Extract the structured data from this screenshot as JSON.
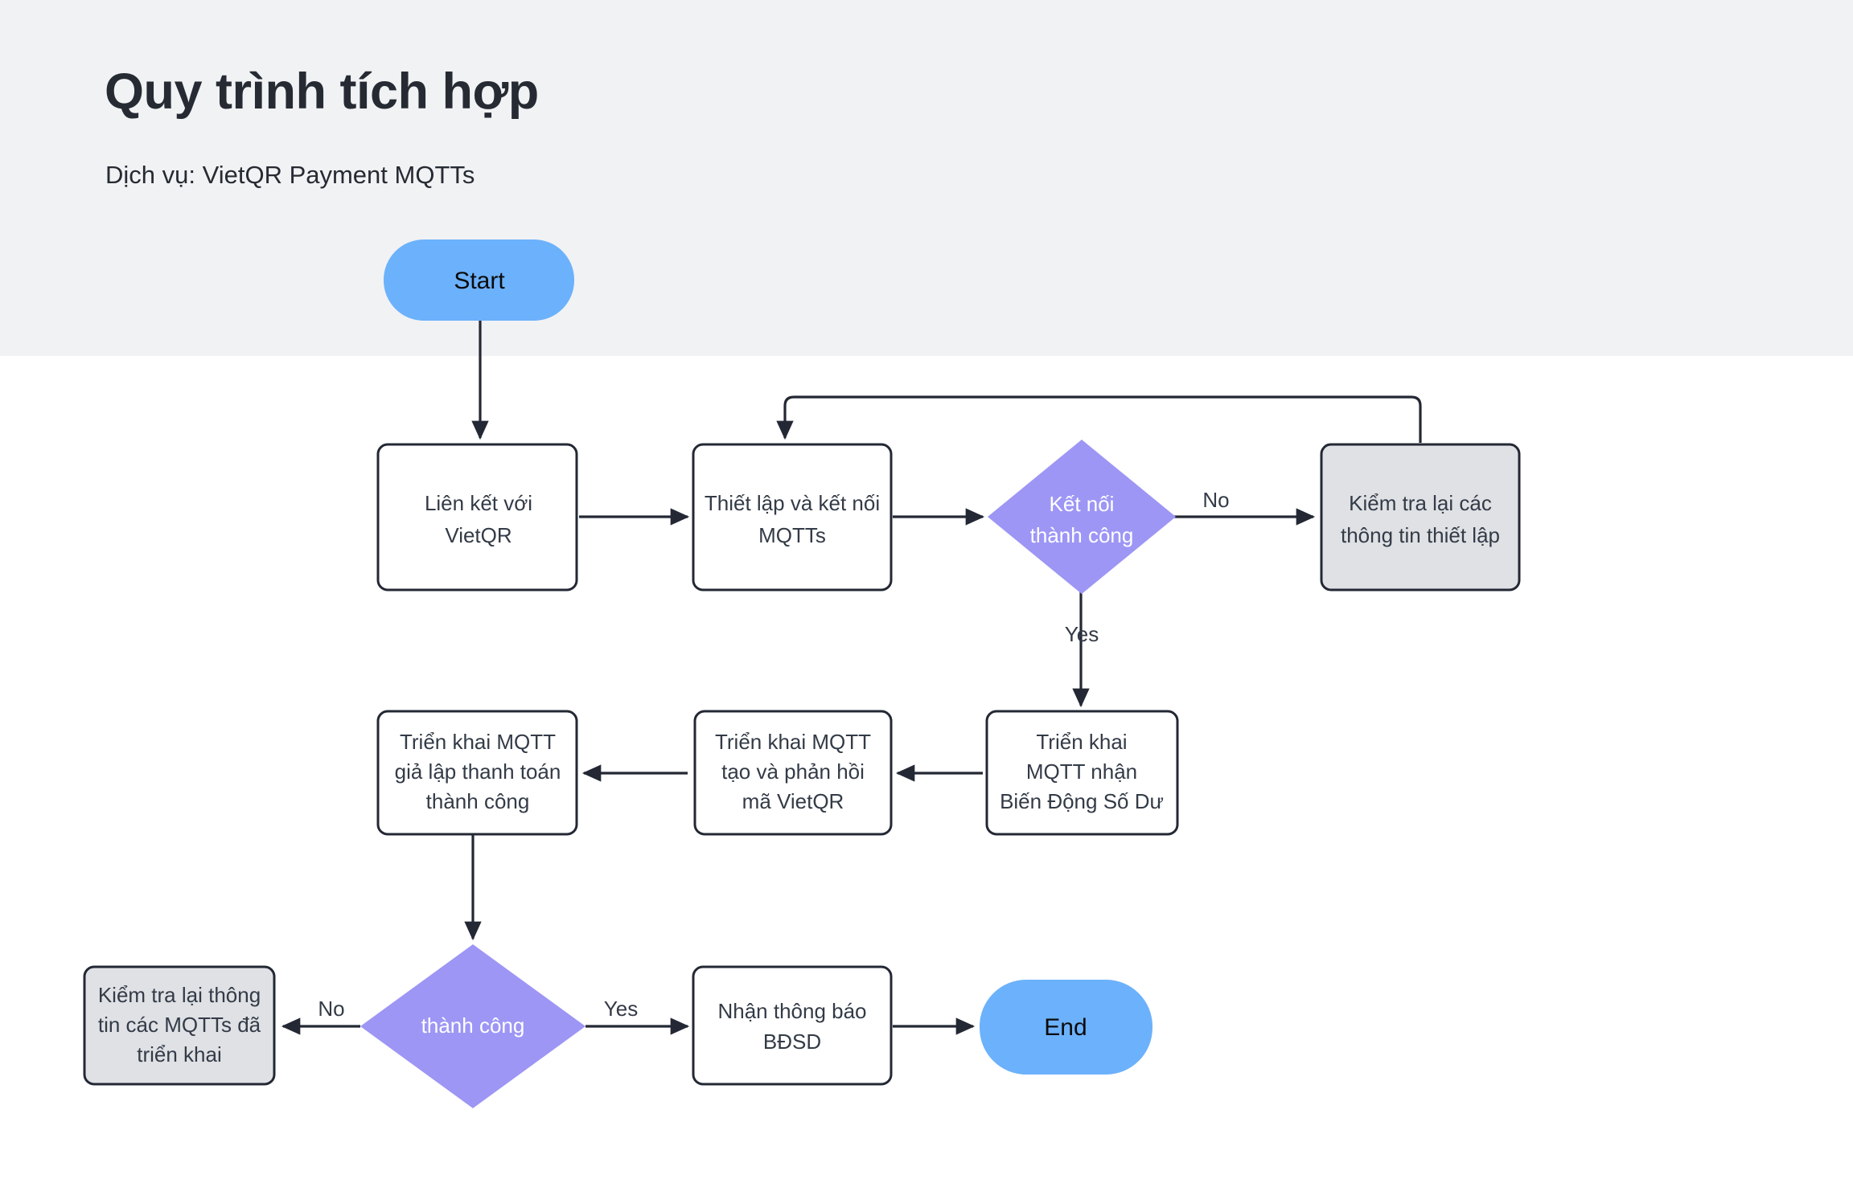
{
  "header": {
    "title": "Quy trình tích hợp",
    "subtitle": "Dịch vụ: VietQR Payment MQTTs",
    "band_color": "#f1f2f4",
    "title_color": "#262b33"
  },
  "palette": {
    "terminal_fill": "#6cb1fb",
    "decision_fill": "#9d96f5",
    "process_fill": "#ffffff",
    "alt_fill": "#dfe1e5",
    "stroke": "#232834",
    "text": "#333b47",
    "text_on_decision": "#ffffff"
  },
  "chart_data": {
    "type": "diagram",
    "title": "Quy trình tích hợp",
    "subtitle": "Dịch vụ: VietQR Payment MQTTs",
    "nodes": [
      {
        "id": "start",
        "shape": "terminal",
        "label": "Start",
        "lines": [
          "Start"
        ]
      },
      {
        "id": "link",
        "shape": "process",
        "label": "Liên kết với VietQR",
        "lines": [
          "Liên kết với",
          "VietQR"
        ]
      },
      {
        "id": "setup",
        "shape": "process",
        "label": "Thiết lập và kết nối MQTTs",
        "lines": [
          "Thiết lập và kết nối",
          "MQTTs"
        ]
      },
      {
        "id": "conn_ok",
        "shape": "decision",
        "label": "Kết nối thành công",
        "lines": [
          "Kết nối",
          "thành công"
        ]
      },
      {
        "id": "recheck1",
        "shape": "alt",
        "label": "Kiểm tra lại các thông tin thiết lập",
        "lines": [
          "Kiểm tra lại các",
          "thông tin thiết lập"
        ]
      },
      {
        "id": "mqtt_bdsd",
        "shape": "process",
        "label": "Triển khai MQTT nhận Biến Động Số Dư",
        "lines": [
          "Triển khai",
          "MQTT nhận",
          "Biến Động Số Dư"
        ]
      },
      {
        "id": "mqtt_qr",
        "shape": "process",
        "label": "Triển khai MQTT tạo và phản hồi mã VietQR",
        "lines": [
          "Triển khai MQTT",
          "tạo và phản hồi",
          "mã VietQR"
        ]
      },
      {
        "id": "mqtt_pay",
        "shape": "process",
        "label": "Triển khai MQTT giả lập thanh toán thành công",
        "lines": [
          "Triển khai MQTT",
          "giả lập thanh toán",
          "thành công"
        ]
      },
      {
        "id": "success",
        "shape": "decision",
        "label": "thành công",
        "lines": [
          "thành công"
        ]
      },
      {
        "id": "recheck2",
        "shape": "alt",
        "label": "Kiểm tra lại thông tin các MQTTs đã triển khai",
        "lines": [
          "Kiểm tra lại thông",
          "tin các MQTTs đã",
          "triển khai"
        ]
      },
      {
        "id": "notify",
        "shape": "process",
        "label": "Nhận thông báo BĐSD",
        "lines": [
          "Nhận thông báo",
          "BĐSD"
        ]
      },
      {
        "id": "end",
        "shape": "terminal",
        "label": "End",
        "lines": [
          "End"
        ]
      }
    ],
    "edges": [
      {
        "from": "start",
        "to": "link",
        "label": ""
      },
      {
        "from": "link",
        "to": "setup",
        "label": ""
      },
      {
        "from": "setup",
        "to": "conn_ok",
        "label": ""
      },
      {
        "from": "conn_ok",
        "to": "recheck1",
        "label": "No"
      },
      {
        "from": "recheck1",
        "to": "setup",
        "label": ""
      },
      {
        "from": "conn_ok",
        "to": "mqtt_bdsd",
        "label": "Yes"
      },
      {
        "from": "mqtt_bdsd",
        "to": "mqtt_qr",
        "label": ""
      },
      {
        "from": "mqtt_qr",
        "to": "mqtt_pay",
        "label": ""
      },
      {
        "from": "mqtt_pay",
        "to": "success",
        "label": ""
      },
      {
        "from": "success",
        "to": "recheck2",
        "label": "No"
      },
      {
        "from": "success",
        "to": "notify",
        "label": "Yes"
      },
      {
        "from": "notify",
        "to": "end",
        "label": ""
      }
    ],
    "edge_labels": {
      "conn_no": "No",
      "conn_yes": "Yes",
      "succ_no": "No",
      "succ_yes": "Yes"
    }
  },
  "nodes": {
    "start": {
      "l1": "Start"
    },
    "link": {
      "l1": "Liên kết với",
      "l2": "VietQR"
    },
    "setup": {
      "l1": "Thiết lập và kết nối",
      "l2": "MQTTs"
    },
    "conn_ok": {
      "l1": "Kết nối",
      "l2": "thành công"
    },
    "recheck1": {
      "l1": "Kiểm tra lại các",
      "l2": "thông tin thiết lập"
    },
    "mqtt_bdsd": {
      "l1": "Triển khai",
      "l2": "MQTT nhận",
      "l3": "Biến Động Số Dư"
    },
    "mqtt_qr": {
      "l1": "Triển khai MQTT",
      "l2": "tạo và phản hồi",
      "l3": "mã VietQR"
    },
    "mqtt_pay": {
      "l1": "Triển khai MQTT",
      "l2": "giả lập thanh toán",
      "l3": "thành công"
    },
    "success": {
      "l1": "thành công"
    },
    "recheck2": {
      "l1": "Kiểm tra lại thông",
      "l2": "tin các MQTTs đã",
      "l3": "triển khai"
    },
    "notify": {
      "l1": "Nhận thông báo",
      "l2": "BĐSD"
    },
    "end": {
      "l1": "End"
    }
  },
  "edge_labels": {
    "conn_no": "No",
    "conn_yes": "Yes",
    "succ_no": "No",
    "succ_yes": "Yes"
  }
}
